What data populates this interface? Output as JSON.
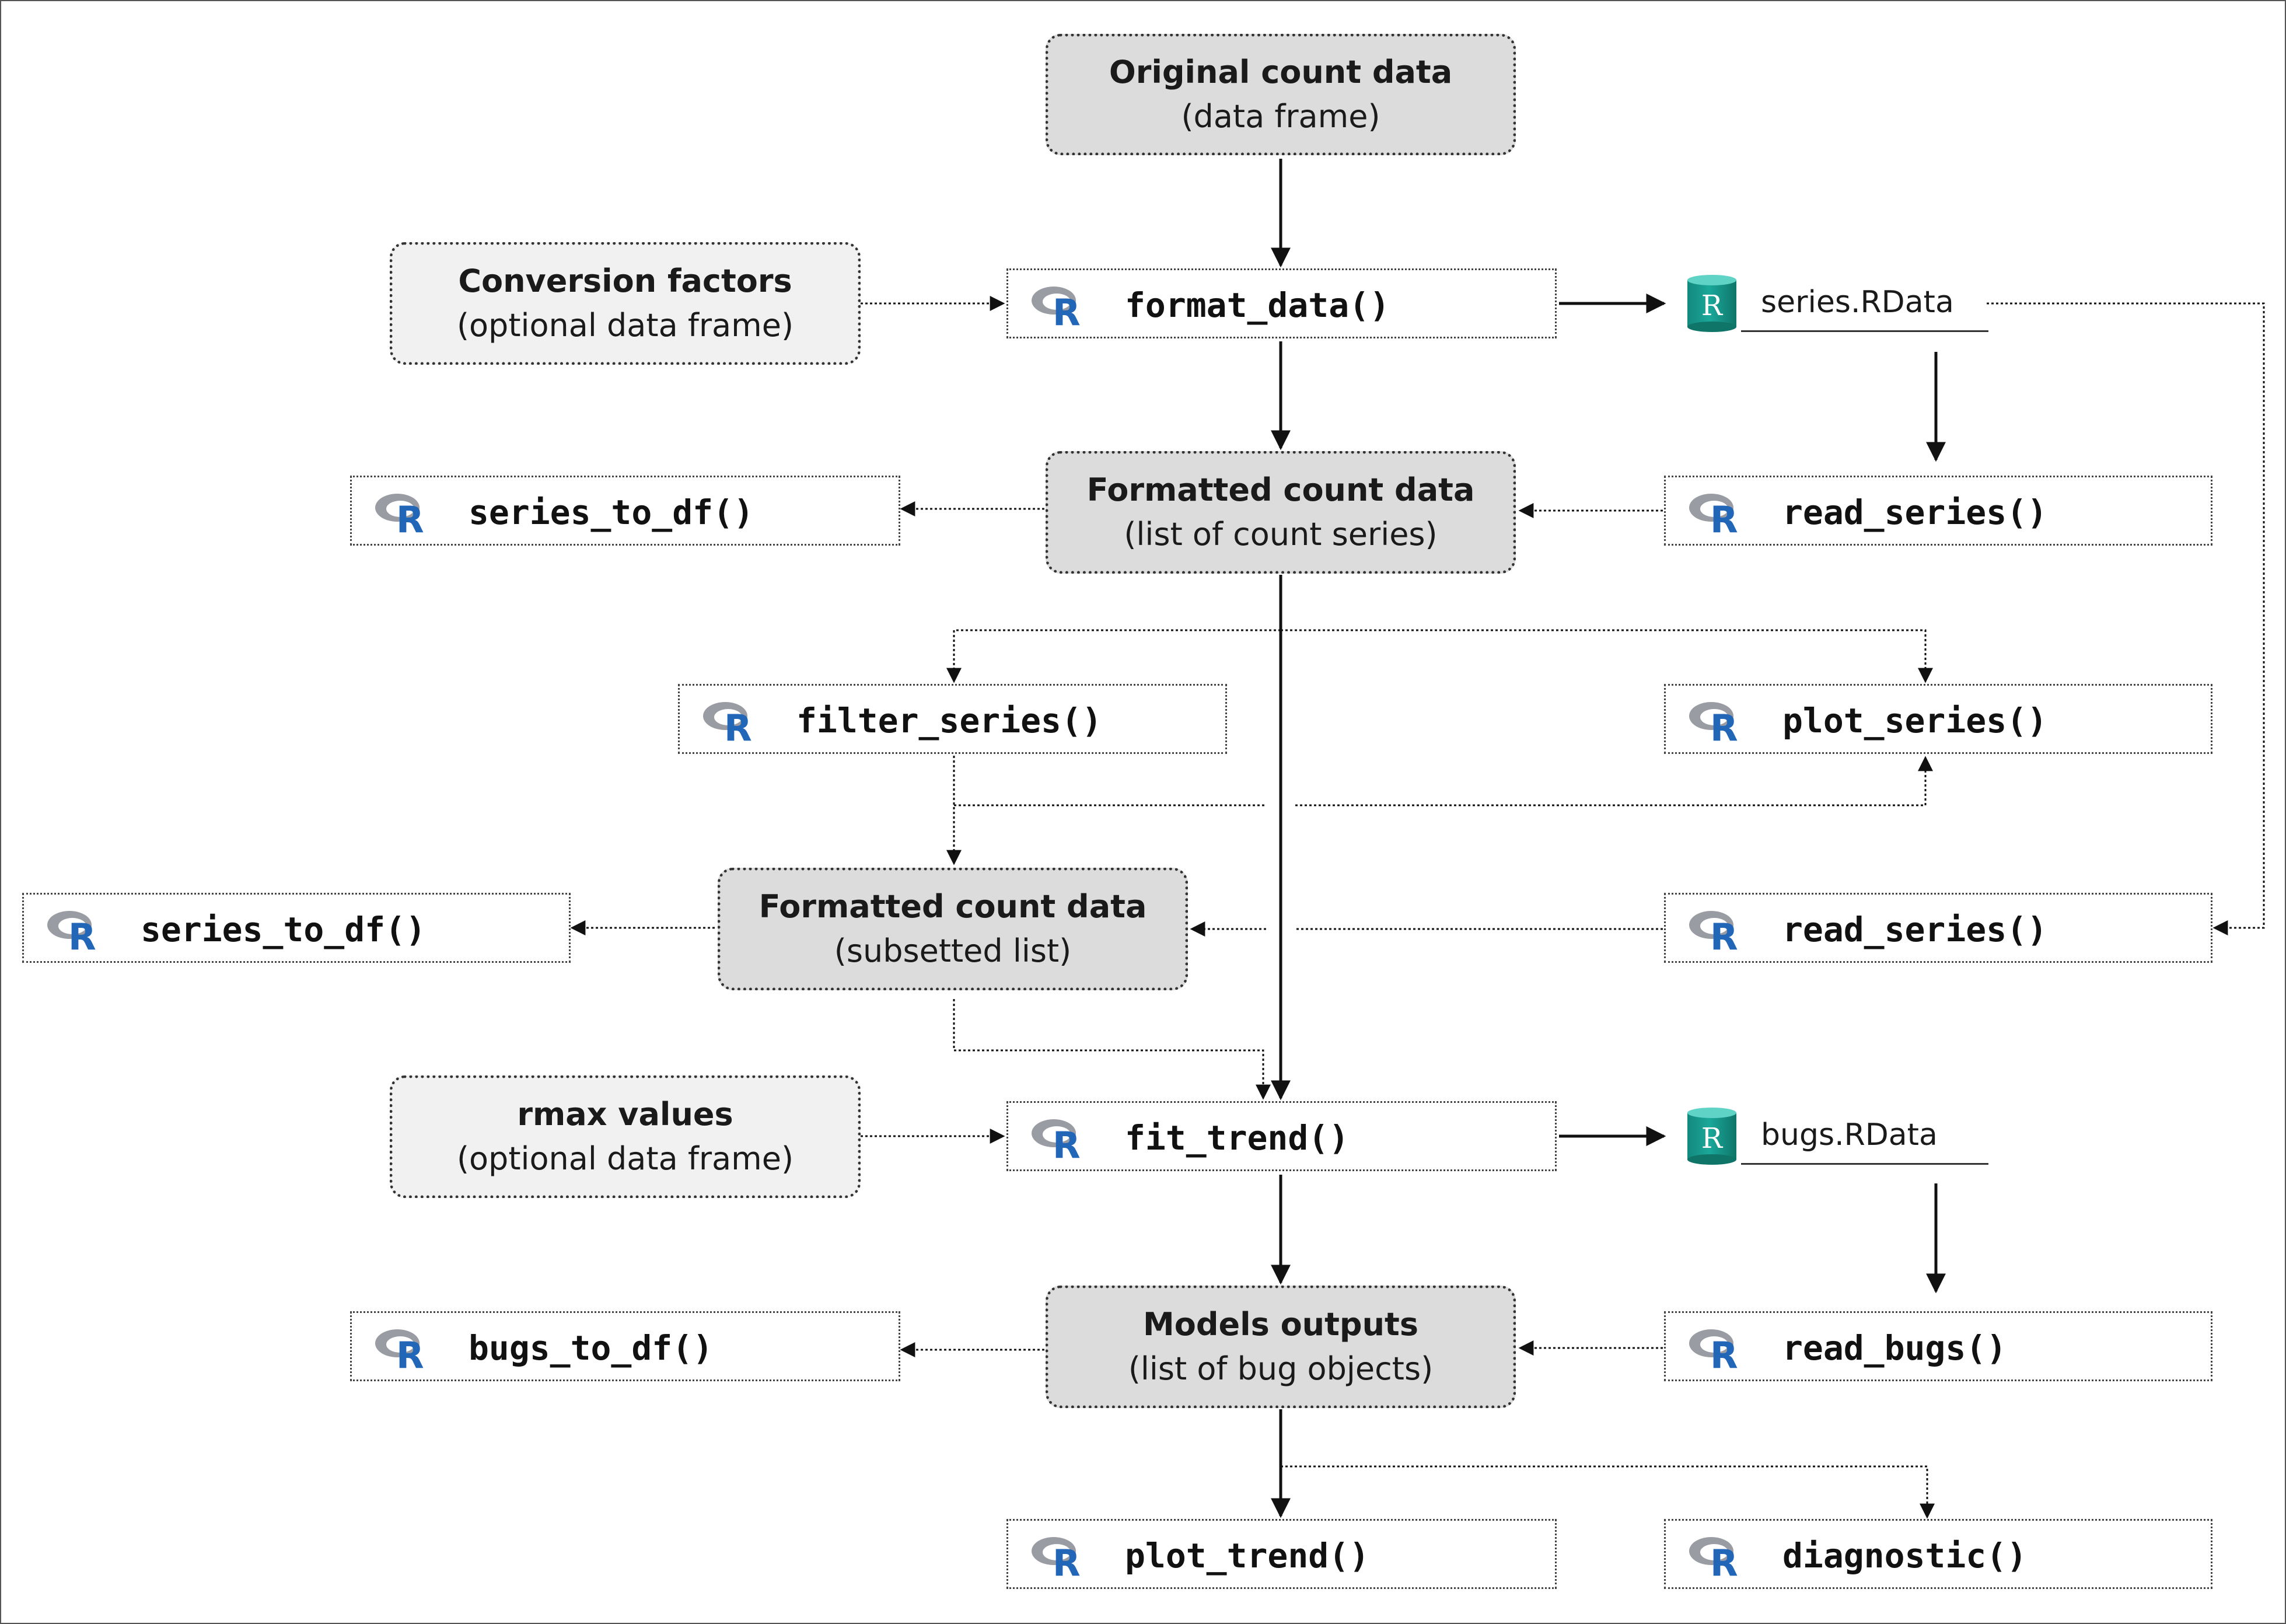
{
  "colors": {
    "data_box_fill": "#dcdcdc",
    "aux_box_fill": "#f1f1f1",
    "r_logo_blue": "#2266b8",
    "r_logo_gray": "#9a9ca3",
    "file_icon_teal": "#1aa89a"
  },
  "icons": {
    "function": "r-logo-icon",
    "file": "rdata-file-icon"
  },
  "data_nodes": {
    "original": {
      "title": "Original count data",
      "subtitle": "(data frame)"
    },
    "conversion": {
      "title": "Conversion factors",
      "subtitle": "(optional data frame)"
    },
    "formatted": {
      "title": "Formatted count data",
      "subtitle": "(list of count series)"
    },
    "subsetted": {
      "title": "Formatted count data",
      "subtitle": "(subsetted list)"
    },
    "rmax": {
      "title": "rmax values",
      "subtitle": "(optional data frame)"
    },
    "models": {
      "title": "Models outputs",
      "subtitle": "(list of bug objects)"
    }
  },
  "functions": {
    "format_data": "format_data()",
    "series_to_df_1": "series_to_df()",
    "read_series_1": "read_series()",
    "filter_series": "filter_series()",
    "plot_series": "plot_series()",
    "series_to_df_2": "series_to_df()",
    "read_series_2": "read_series()",
    "fit_trend": "fit_trend()",
    "bugs_to_df": "bugs_to_df()",
    "read_bugs": "read_bugs()",
    "plot_trend": "plot_trend()",
    "diagnostic": "diagnostic()"
  },
  "files": {
    "series": {
      "icon_letter": "R",
      "name": "series.RData"
    },
    "bugs": {
      "icon_letter": "R",
      "name": "bugs.RData"
    }
  }
}
